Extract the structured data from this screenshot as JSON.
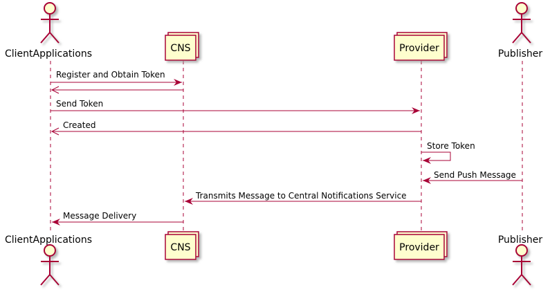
{
  "diagram": {
    "participants": [
      {
        "id": "client",
        "label": "ClientApplications",
        "kind": "actor"
      },
      {
        "id": "cns",
        "label": "CNS",
        "kind": "collections"
      },
      {
        "id": "provider",
        "label": "Provider",
        "kind": "collections"
      },
      {
        "id": "publisher",
        "label": "Publisher",
        "kind": "actor"
      }
    ],
    "messages": [
      {
        "from": "client",
        "to": "cns",
        "label": "Register and Obtain Token"
      },
      {
        "from": "cns",
        "to": "client",
        "label": ""
      },
      {
        "from": "client",
        "to": "provider",
        "label": "Send Token"
      },
      {
        "from": "provider",
        "to": "client",
        "label": "Created"
      },
      {
        "from": "provider",
        "to": "provider",
        "label": "Store Token"
      },
      {
        "from": "publisher",
        "to": "provider",
        "label": "Send Push Message"
      },
      {
        "from": "provider",
        "to": "cns",
        "label": "Transmits Message to Central Notifications Service"
      },
      {
        "from": "cns",
        "to": "client",
        "label": "Message Delivery"
      }
    ],
    "colors": {
      "line": "#A80036",
      "box_fill": "#FEFECE",
      "shadow": "#C0C0C0"
    }
  }
}
